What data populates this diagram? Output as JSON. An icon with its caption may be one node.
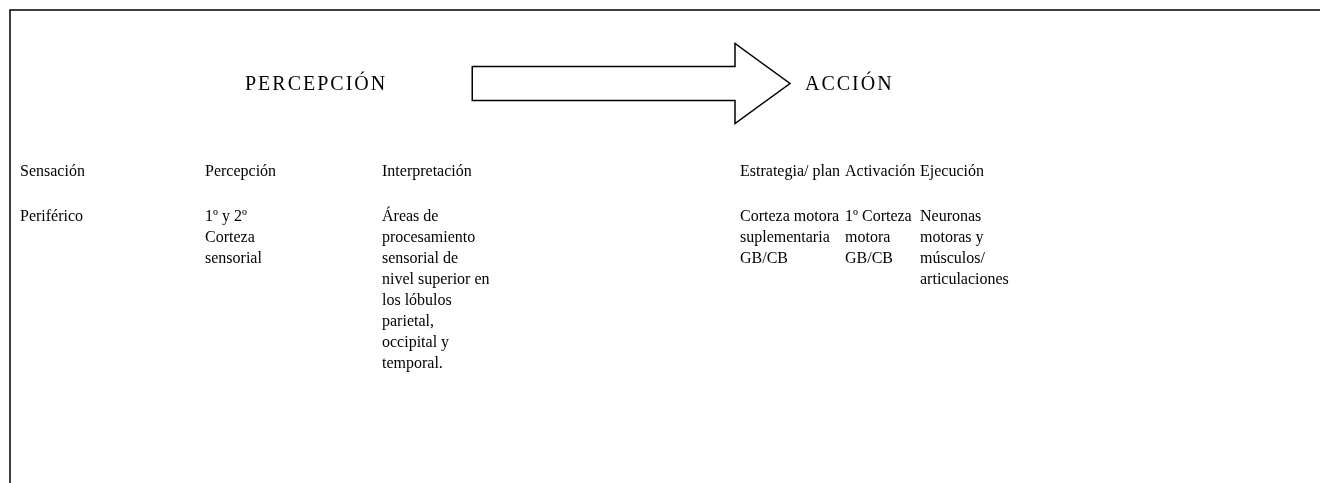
{
  "diagram": {
    "nodes": [
      {
        "text": [
          "PERCEPCIÓN"
        ]
      },
      {
        "text": [
          "ACCIÓN"
        ]
      }
    ],
    "edges": [
      {
        "from": 0,
        "to": 1,
        "arrow": "to",
        "style": "thick"
      }
    ],
    "labels": [
      "Sensación",
      "Percepción",
      "Interpretación",
      "Estrategia/ plan",
      "Activación",
      "Ejecución",
      "Periférico",
      "1º y 2º Corteza sensorial",
      "Áreas de procesamiento sensorial de nivel superior en los lóbulos parietal, occipital y temporal.",
      "Corteza motora suplementaria GB/CB",
      "1º Corteza motora GB/CB",
      "Neuronas motoras y músculos/ articulaciones"
    ]
  }
}
